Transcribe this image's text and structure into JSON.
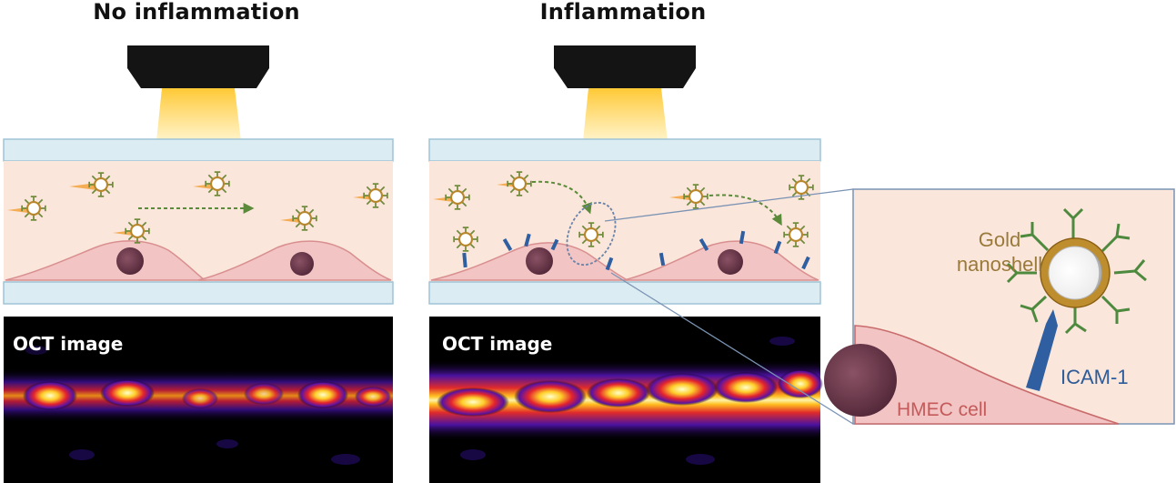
{
  "panels": {
    "left": {
      "title": "No inflammation",
      "oct_label": "OCT image"
    },
    "right": {
      "title": "Inflammation",
      "oct_label": "OCT image"
    }
  },
  "inset": {
    "nanoshell_label_line1": "Gold",
    "nanoshell_label_line2": "nanoshell",
    "receptor_label": "ICAM-1",
    "cell_label": "HMEC cell"
  },
  "colors": {
    "channel_fluid": "#fbe6dc",
    "channel_wall": "#dcecf3",
    "cell": "#f3c7c7",
    "nucleus": "#6b3a4a",
    "gold": "#a57c2a",
    "antibody": "#4e8a3e",
    "icam": "#2f5fa0",
    "oct_background": "#000000",
    "oct_signal": "#ffcc33",
    "receptor_label_color": "#2d5c97",
    "cell_label_color": "#c45a5a",
    "nanoshell_label_color": "#9a7a3a"
  },
  "icons": [
    "oct-probe-icon",
    "light-beam-icon",
    "nanoshell-icon",
    "antibody-icon",
    "icam-receptor-icon",
    "flow-arrow-icon",
    "nucleus-icon"
  ]
}
